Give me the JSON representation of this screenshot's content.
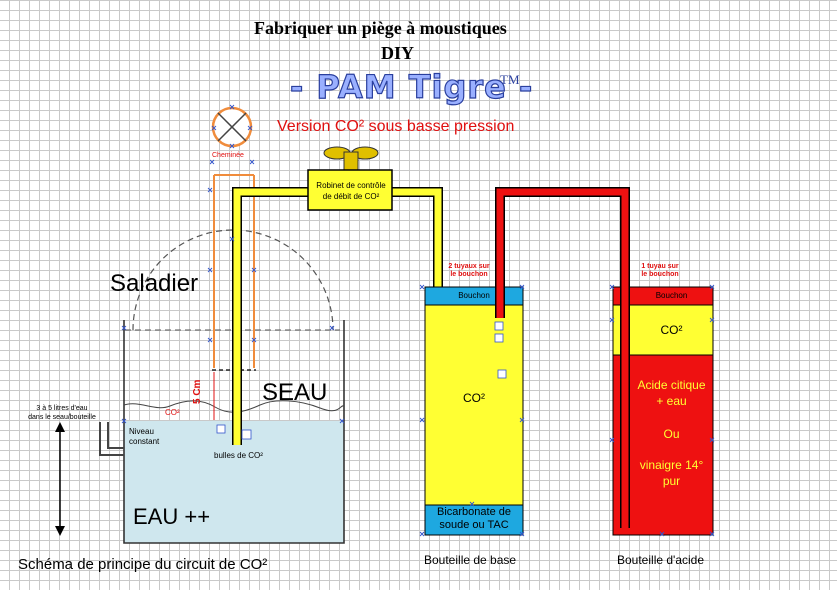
{
  "title": {
    "line1": "Fabriquer un piège à moustiques",
    "line2": "DIY",
    "brand": "- PAM Tigre -",
    "tm": "TM",
    "version": "Version CO² sous basse pression"
  },
  "labels": {
    "cheminee": "Cheminée",
    "robinet_l1": "Robinet de contrôle",
    "robinet_l2": "de débit de CO²",
    "saladier": "Saladier",
    "seau": "SEAU",
    "dist": "5 Cm",
    "co2_air": "CO²",
    "water_note_l1": "3 à 5 litres d'eau",
    "water_note_l2": "dans le seau/bouteille",
    "niveau_l1": "Niveau",
    "niveau_l2": "constant",
    "bulles": "bulles de CO²",
    "eau": "EAU ++",
    "schema": "Schéma de principe du circuit de CO²"
  },
  "base_bottle": {
    "tubes_l1": "2 tuyaux sur",
    "tubes_l2": "le bouchon",
    "cap": "Bouchon",
    "gas": "CO²",
    "reagent_l1": "Bicarbonate de",
    "reagent_l2": "soude ou TAC",
    "caption": "Bouteille de base"
  },
  "acid_bottle": {
    "tubes_l1": "1 tuyau sur",
    "tubes_l2": "le bouchon",
    "cap": "Bouchon",
    "gas": "CO²",
    "acid_l1": "Acide citique",
    "acid_l2": "+ eau",
    "acid_l3": "Ou",
    "acid_l4": "vinaigre 14°",
    "acid_l5": "pur",
    "caption": "Bouteille d'acide"
  },
  "colors": {
    "yellow": "#ffff33",
    "red": "#ee1111",
    "water": "#cfe7ee",
    "cap_blue": "#1ea8e0",
    "orange": "#f08c3c",
    "brand_blue": "#2a3f9e"
  }
}
